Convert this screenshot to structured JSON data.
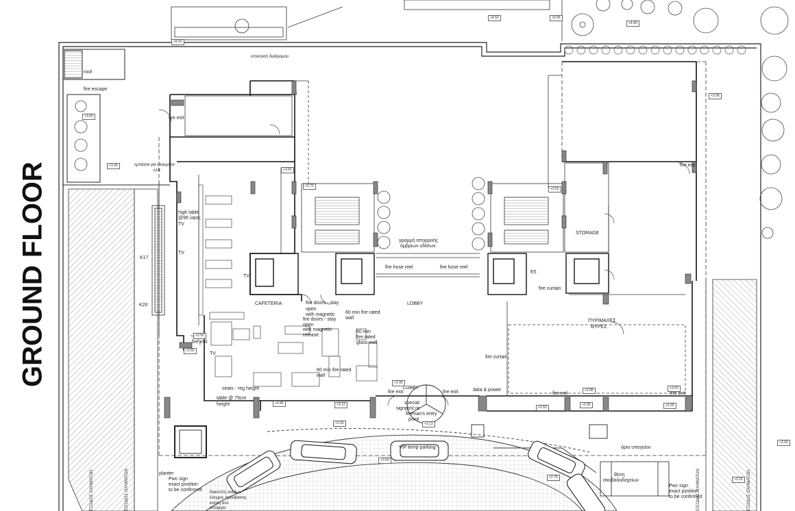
{
  "title": "GROUND FLOOR",
  "labels": {
    "roof": "roof",
    "fire_escape": "fire escape",
    "fire_exit_nw": "fire exit",
    "extension": "επεκταση διαδρομου",
    "ramp": "εμπάσια για ακουμπισ",
    "ramp2": "κλπ",
    "high_table": "high table",
    "high_table2": "@95 ύψος",
    "tv1": "TV",
    "tv2": "TV",
    "tv3": "TV",
    "tv4": "TV",
    "cafeteria": "CAFETERIA",
    "lobby": "LOBBY",
    "lobby2": "LOBBY",
    "fire_doors_1": "fire doors - stay",
    "fire_doors_2": "open",
    "fire_doors_3": "with magnetic",
    "fire_doors_4": "fire doors - stay",
    "fire_doors_5": "open",
    "fire_doors_6": "with magnetic",
    "fire_doors_7": "release",
    "fire_rated_1": "60 min fire rated",
    "fire_rated_2": "wall",
    "fire_rated_3": "60 min",
    "fire_rated_4": "fire rated",
    "fire_rated_5": "glass wall",
    "fire_rated_6": "60 min fire rated",
    "fire_rated_7": "wall",
    "seats_1": "seats - reg height",
    "seats_2": "table @ 75cm",
    "seats_3": "height",
    "fire_exit_w": "fire exit",
    "fire_exit_s1": "fire exit",
    "fire_exit_s2": "fire exit",
    "fire_exit_s3": "fire exit",
    "fire_exit_s4": "fire exit",
    "fire_exit_e": "fire exit",
    "special_1": "special",
    "special_2": "signpost re",
    "special_3": "fireman's entry",
    "special_4": "point",
    "data_power": "data & power",
    "fire_hose_1": "fire hose reel",
    "fire_hose_2": "fire hose reel",
    "drain_1": "γραμμή απορροής",
    "drain_2": "όμβριων υδάτων",
    "e5": "E5",
    "storage": "STORAGE",
    "fire_curtain_1": "fire curtain",
    "fire_curtain_2": "fire curtain",
    "fire_doors_gr1": "ΠΥΡΙΜΑΧΕΣ",
    "fire_doors_gr2": "ΘΥΡΕΣ",
    "vip": "VIP temp parking",
    "basement_limit": "όριο υπογείου",
    "bench_1": "θέση",
    "bench_2": "σκυβαλοδοχείων",
    "planter": "planter",
    "pwc_1": "Pwc sign",
    "pwc_2": "exact position",
    "pwc_3": "to be confirmed",
    "pwc_4": "Pwc sign",
    "pwc_5": "exact position",
    "pwc_6": "to be confirmed",
    "barrier_1": "διακοπτη σκεδων",
    "barrier_2": "έλεγχος προσβασης",
    "barrier_3": "κινητη αυλ",
    "barrier_4": "αποψιρα",
    "k17": "K17",
    "k20": "K20",
    "exit_left": "ΕΞΟΔΟΣ ΟΧΗΜΑΤΩΝ",
    "exit_right": "ΕΞΟΔΟΣ ΟΧΗΜΑΤΩΝ",
    "entry_left": "ΕΙΣΟΔΟΣ ΟΧΗΜΑΤΩΝ",
    "entry_right": "ΕΙΣΟΔΟΣ ΟΧΗΜΑΤΩΝ"
  },
  "level_tags": [
    "+8.50",
    "+8.50",
    "+9.95",
    "+4.80",
    "+3.08",
    "+3.60",
    "+3.45",
    "+3.60",
    "+2.73",
    "+3.60",
    "+3.55",
    "+3.50",
    "+2.95",
    "+2.86",
    "+3.13",
    "+2.95",
    "+3.13",
    "+3.50",
    "+2.95",
    "+2.88",
    "+3.02",
    "+3.35",
    "+2.53",
    "+2.76",
    "+3.15",
    "+3.60"
  ]
}
